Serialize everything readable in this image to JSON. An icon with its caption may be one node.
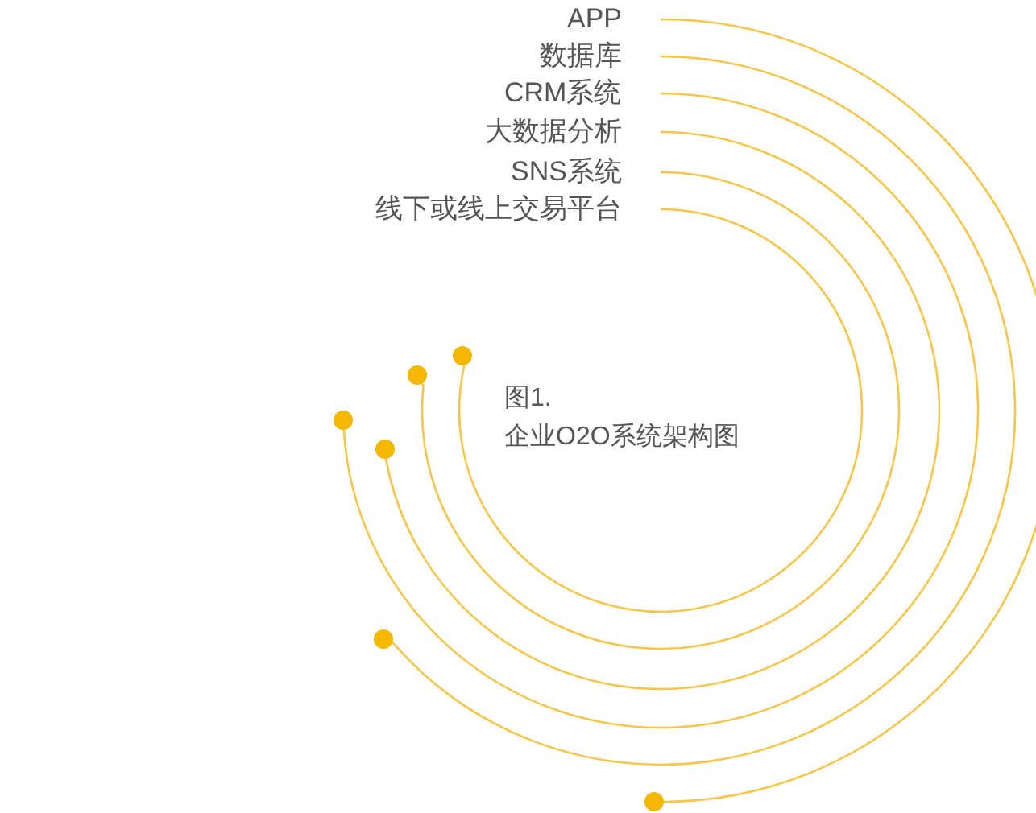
{
  "diagram": {
    "caption": "图1. 企业O2O系统架构图",
    "nodes": [
      {
        "text": [
          "APP"
        ]
      },
      {
        "text": [
          "数据库"
        ]
      },
      {
        "text": [
          "CRM系统"
        ]
      },
      {
        "text": [
          "大数据分析"
        ]
      },
      {
        "text": [
          "SNS系统"
        ]
      },
      {
        "text": [
          "线下或线上交易平台"
        ]
      },
      {
        "text": [],
        "shape": "circle"
      },
      {
        "text": [],
        "shape": "circle"
      },
      {
        "text": [],
        "shape": "circle"
      },
      {
        "text": [],
        "shape": "circle"
      },
      {
        "text": [],
        "shape": "circle"
      },
      {
        "text": [],
        "shape": "circle"
      }
    ],
    "edges": [
      {
        "from": 0,
        "to": 11,
        "arrow": "none"
      },
      {
        "from": 1,
        "to": 10,
        "arrow": "none"
      },
      {
        "from": 2,
        "to": 8,
        "arrow": "none"
      },
      {
        "from": 3,
        "to": 9,
        "arrow": "none"
      },
      {
        "from": 4,
        "to": 7,
        "arrow": "none"
      },
      {
        "from": 5,
        "to": 6,
        "arrow": "none"
      }
    ]
  }
}
